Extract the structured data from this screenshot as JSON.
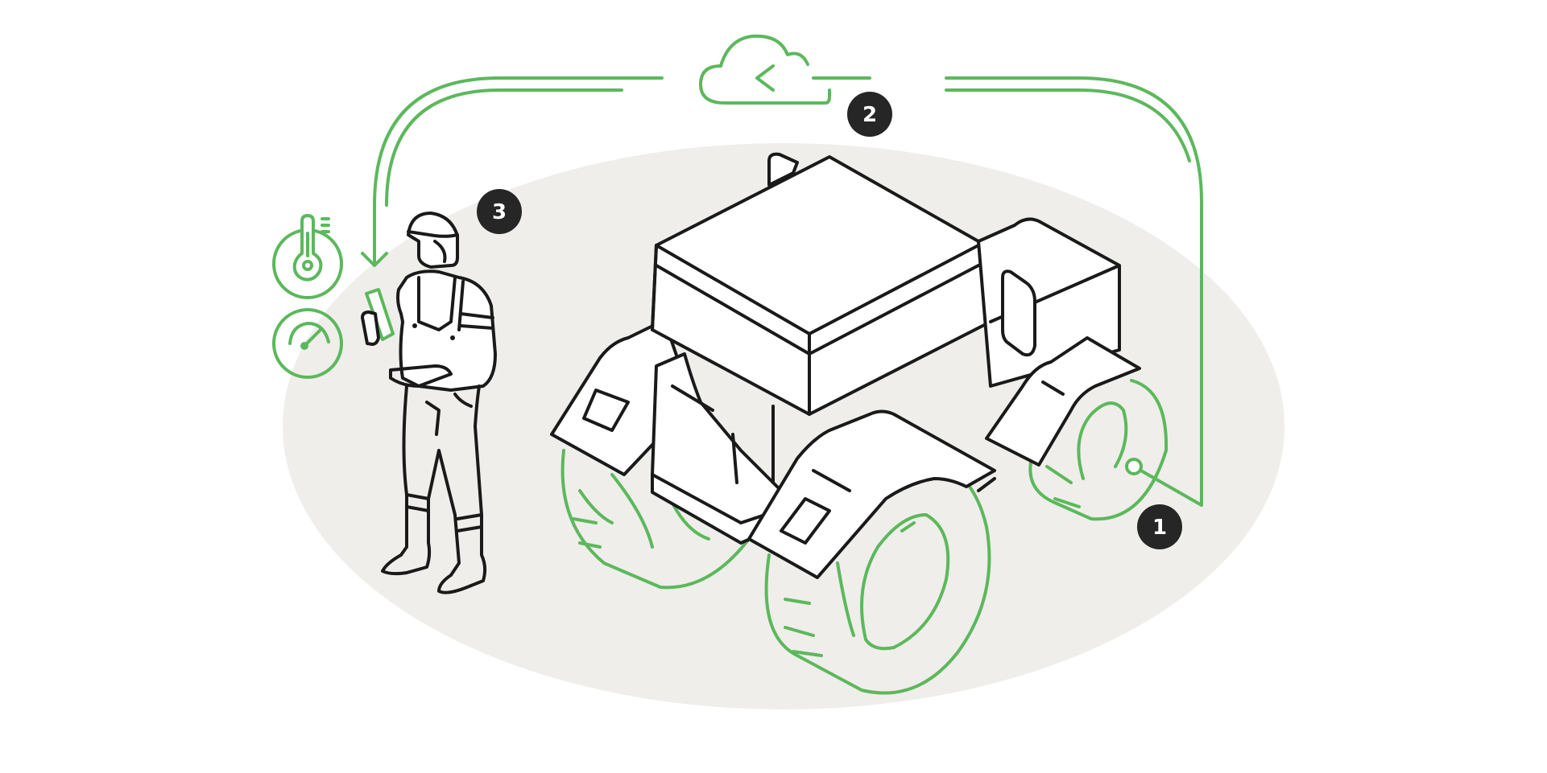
{
  "diagram": {
    "steps": [
      {
        "label": "1"
      },
      {
        "label": "2"
      },
      {
        "label": "3"
      }
    ],
    "colors": {
      "accent": "#5cb85c",
      "outline": "#1a1a1a",
      "badge": "#262626",
      "ground": "#efeeea"
    },
    "icons": [
      "cloud-icon",
      "thermometer-icon",
      "gauge-icon",
      "sensor-node-icon"
    ]
  }
}
